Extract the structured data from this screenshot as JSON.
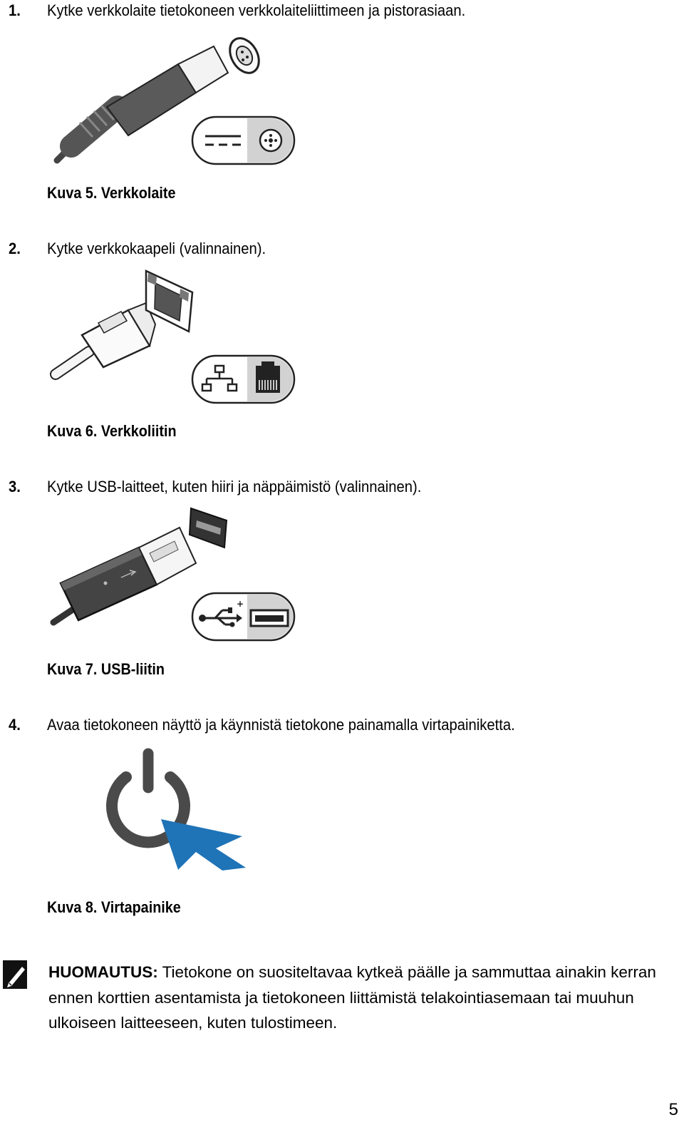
{
  "steps": [
    {
      "num": "1.",
      "text": "Kytke verkkolaite tietokoneen verkkolaiteliittimeen ja pistorasiaan.",
      "caption": "Kuva 5. Verkkolaite",
      "icon": "power-adapter-illustration"
    },
    {
      "num": "2.",
      "text": "Kytke verkkokaapeli (valinnainen).",
      "caption": "Kuva 6. Verkkoliitin",
      "icon": "network-cable-illustration"
    },
    {
      "num": "3.",
      "text": "Kytke USB-laitteet, kuten hiiri ja näppäimistö (valinnainen).",
      "caption": "Kuva 7. USB-liitin",
      "icon": "usb-connector-illustration"
    },
    {
      "num": "4.",
      "text": "Avaa tietokoneen näyttö ja käynnistä tietokone painamalla virtapainiketta.",
      "caption": "Kuva 8. Virtapainike",
      "icon": "power-button-illustration"
    }
  ],
  "note": {
    "label": "HUOMAUTUS:",
    "text": " Tietokone on suositeltavaa kytkeä päälle ja sammuttaa ainakin kerran ennen korttien asentamista ja tietokoneen liittämistä telakointiasemaan tai muuhun ulkoiseen laitteeseen, kuten tulostimeen.",
    "icon": "note-pencil-icon"
  },
  "page_number": "5",
  "colors": {
    "text": "#000000",
    "cursor_blue": "#1f73b7",
    "power_gray": "#4a4a4a"
  }
}
